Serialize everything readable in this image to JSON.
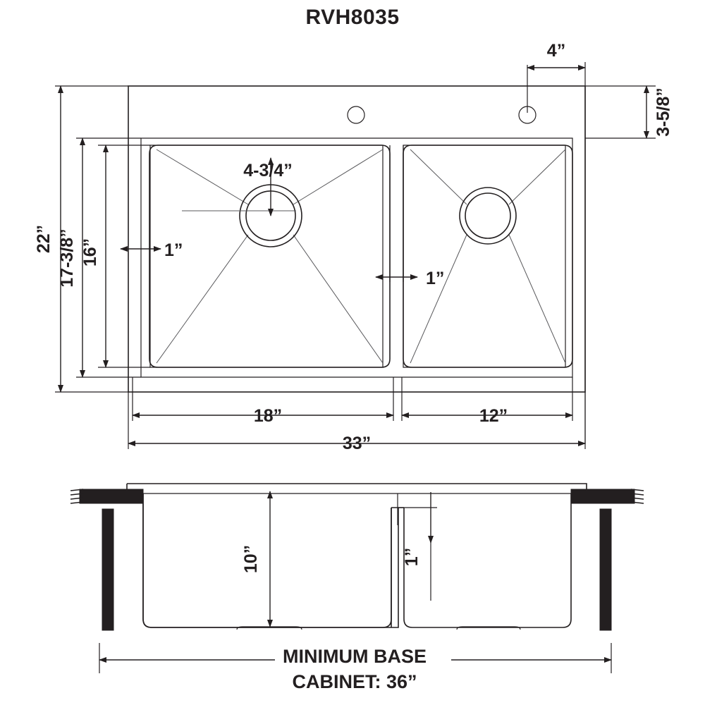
{
  "title": "RVH8035",
  "drawing": {
    "name": "kitchen-sink-spec-drawing",
    "views": {
      "top": {
        "label": "top-view",
        "dimensions": {
          "overall_width": "33”",
          "overall_depth": "22”",
          "left_bowl_width": "18”",
          "right_bowl_width": "12”",
          "bowl_outer_depth": "17-3/8”",
          "bowl_inner_depth": "16”",
          "rim_left": "1”",
          "divider_width": "1”",
          "drain_offset": "4-3/4”",
          "faucet_hole_offset": "4”",
          "deck_rear_depth": "3-5/8”"
        }
      },
      "section": {
        "label": "front-section-view",
        "dimensions": {
          "bowl_depth": "10”",
          "divider_drop": "1”"
        },
        "caption_line1": "MINIMUM BASE",
        "caption_line2": "CABINET: 36”"
      }
    },
    "colors": {
      "line": "#231f20",
      "hairline": "#58585b",
      "background": "#ffffff"
    }
  }
}
